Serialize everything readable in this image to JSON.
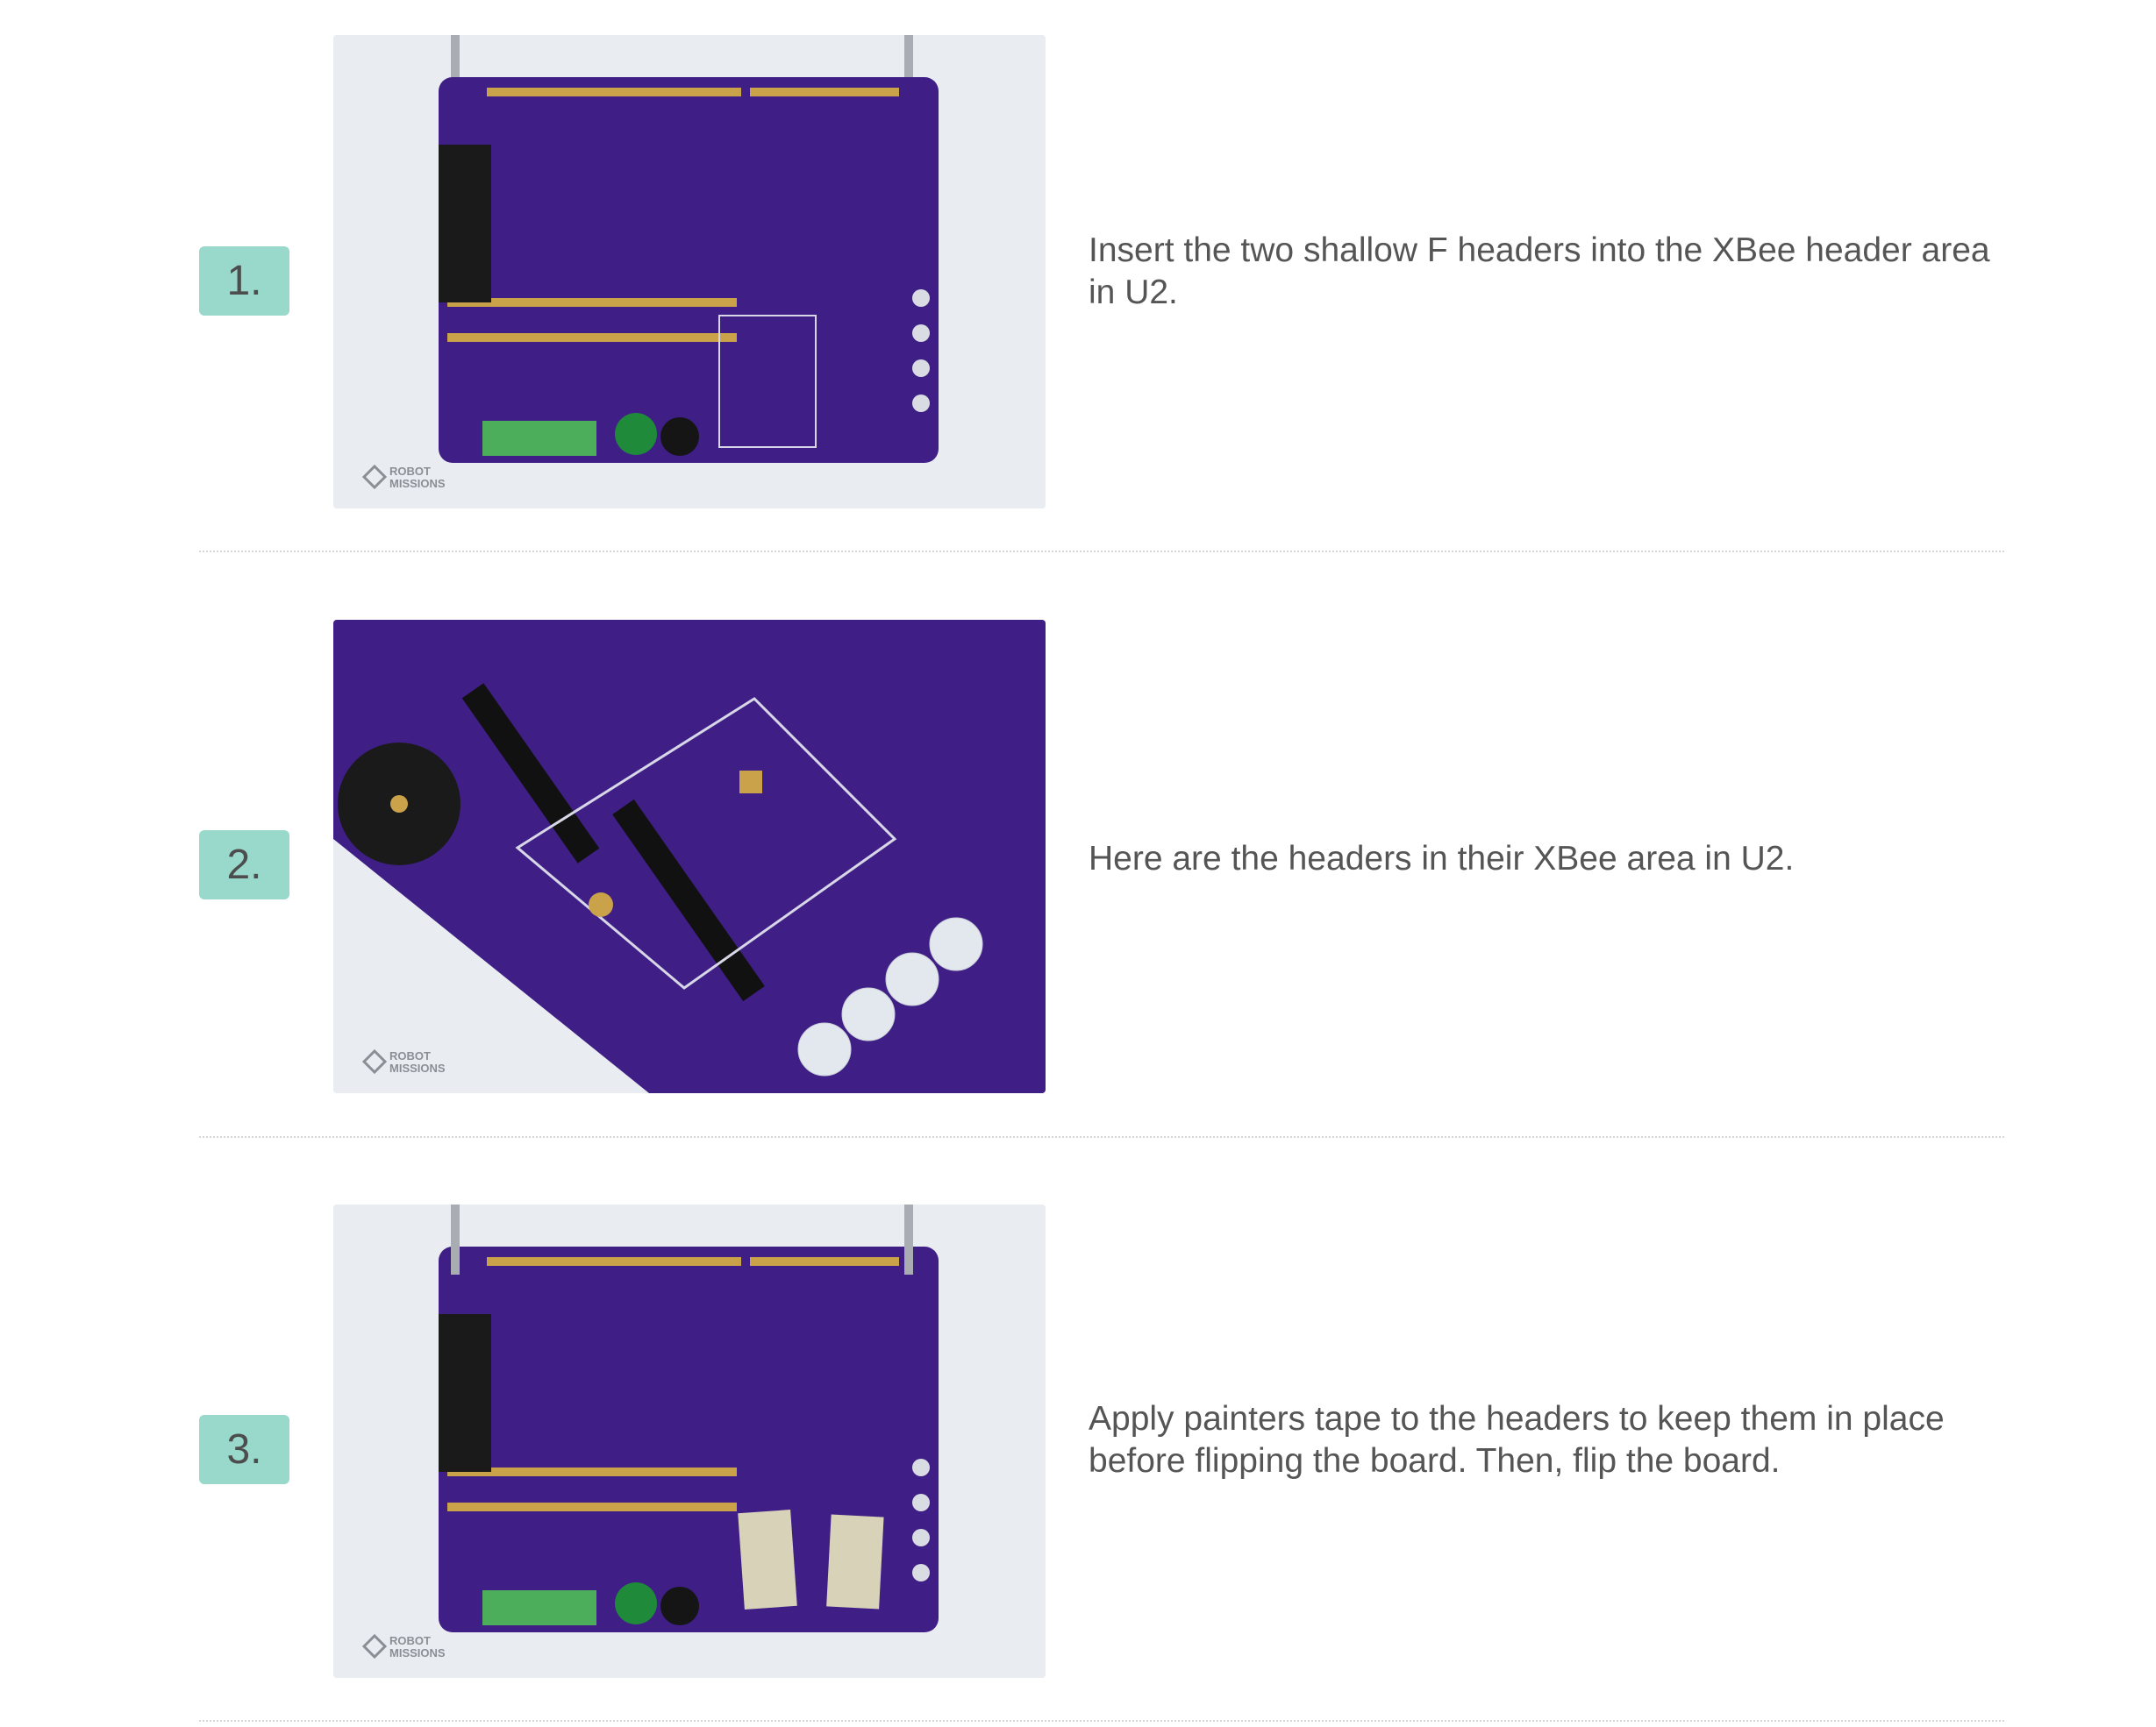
{
  "steps": [
    {
      "number": "1.",
      "text": "Insert the two shallow F headers into the XBee header area in U2.",
      "image": {
        "alt": "",
        "logo_text": [
          "ROBOT",
          "MISSIONS"
        ]
      }
    },
    {
      "number": "2.",
      "text": "Here are the headers in their XBee area in U2.",
      "image": {
        "alt": "",
        "logo_text": [
          "ROBOT",
          "MISSIONS"
        ]
      }
    },
    {
      "number": "3.",
      "text": "Apply painters tape to the headers to keep them in place before flipping the board. Then, flip the board.",
      "image": {
        "alt": "",
        "logo_text": [
          "ROBOT",
          "MISSIONS"
        ]
      }
    }
  ],
  "colors": {
    "badge": "#98d9cb",
    "board": "#3f1f86",
    "text": "#555555"
  }
}
